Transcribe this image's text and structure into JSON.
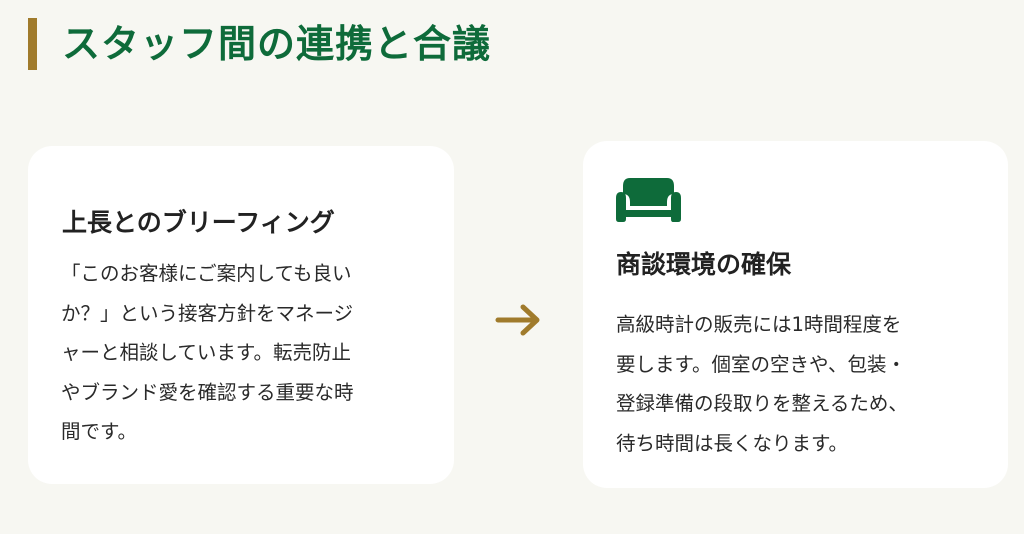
{
  "header": {
    "title": "スタッフ間の連携と合議",
    "accent_color": "#a07b2c",
    "title_color": "#0e6b3a"
  },
  "cards": [
    {
      "heading": "上長とのブリーフィング",
      "body": "「このお客様にご案内しても良いか？」という接客方針をマネージャーと相談しています。転売防止やブランド愛を確認する重要な時間です。",
      "icon": null
    },
    {
      "heading": "商談環境の確保",
      "body": "高級時計の販売には1時間程度を要します。個室の空きや、包装・登録準備の段取りを整えるため、待ち時間は長くなります。",
      "icon": "sofa-icon",
      "icon_color": "#0e6b3a"
    }
  ],
  "connector": {
    "icon": "arrow-right-icon",
    "color": "#a07b2c"
  }
}
